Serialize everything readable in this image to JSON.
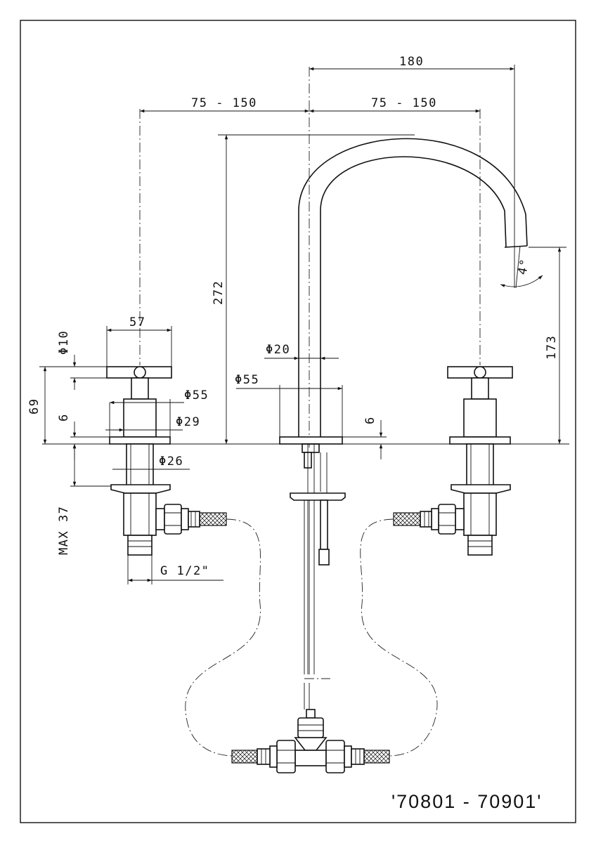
{
  "dimensions": {
    "overall_reach": "180",
    "left_spacing": "75 - 150",
    "right_spacing": "75 - 150",
    "spout_height": "272",
    "outlet_height": "173",
    "angle": "4°",
    "handle_width": "57",
    "handle_pin": "Φ10",
    "handle_height": "69",
    "flange_thickness_left": "6",
    "flange_diam_left": "Φ55",
    "body_diam_left": "Φ29",
    "shank_diam": "Φ26",
    "max_deck": "MAX 37",
    "thread": "G 1/2\"",
    "spout_diam": "Φ20",
    "spout_base_diam": "Φ55",
    "spout_flange_thickness": "6"
  },
  "model": {
    "label": "'70801 - 70901'"
  },
  "colors": {
    "line": "#111111",
    "background": "#ffffff"
  }
}
